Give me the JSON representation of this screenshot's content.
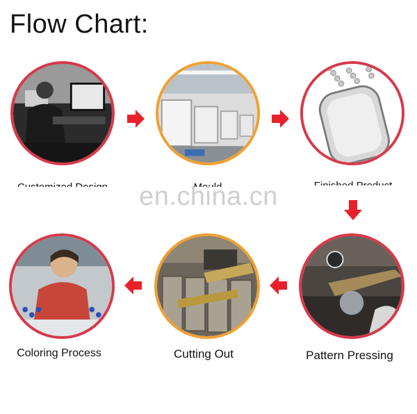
{
  "title": "Flow Chart:",
  "watermark": "en.china.cn",
  "colors": {
    "red": "#d8394a",
    "orange": "#f0a030",
    "arrow": "#e8212b"
  },
  "steps": [
    {
      "label": "Customized Design",
      "ring": "red",
      "icon": "designer-at-computer-photo"
    },
    {
      "label": "Mould",
      "ring": "orange",
      "icon": "factory-machines-photo"
    },
    {
      "label": "Finished Product",
      "ring": "red",
      "icon": "dog-tag-photo"
    },
    {
      "label": "Pattern Pressing",
      "ring": "red",
      "icon": "press-machine-photo"
    },
    {
      "label": "Cutting Out",
      "ring": "orange",
      "icon": "metal-strips-photo"
    },
    {
      "label": "Coloring Process",
      "ring": "red",
      "icon": "worker-coloring-photo"
    }
  ]
}
